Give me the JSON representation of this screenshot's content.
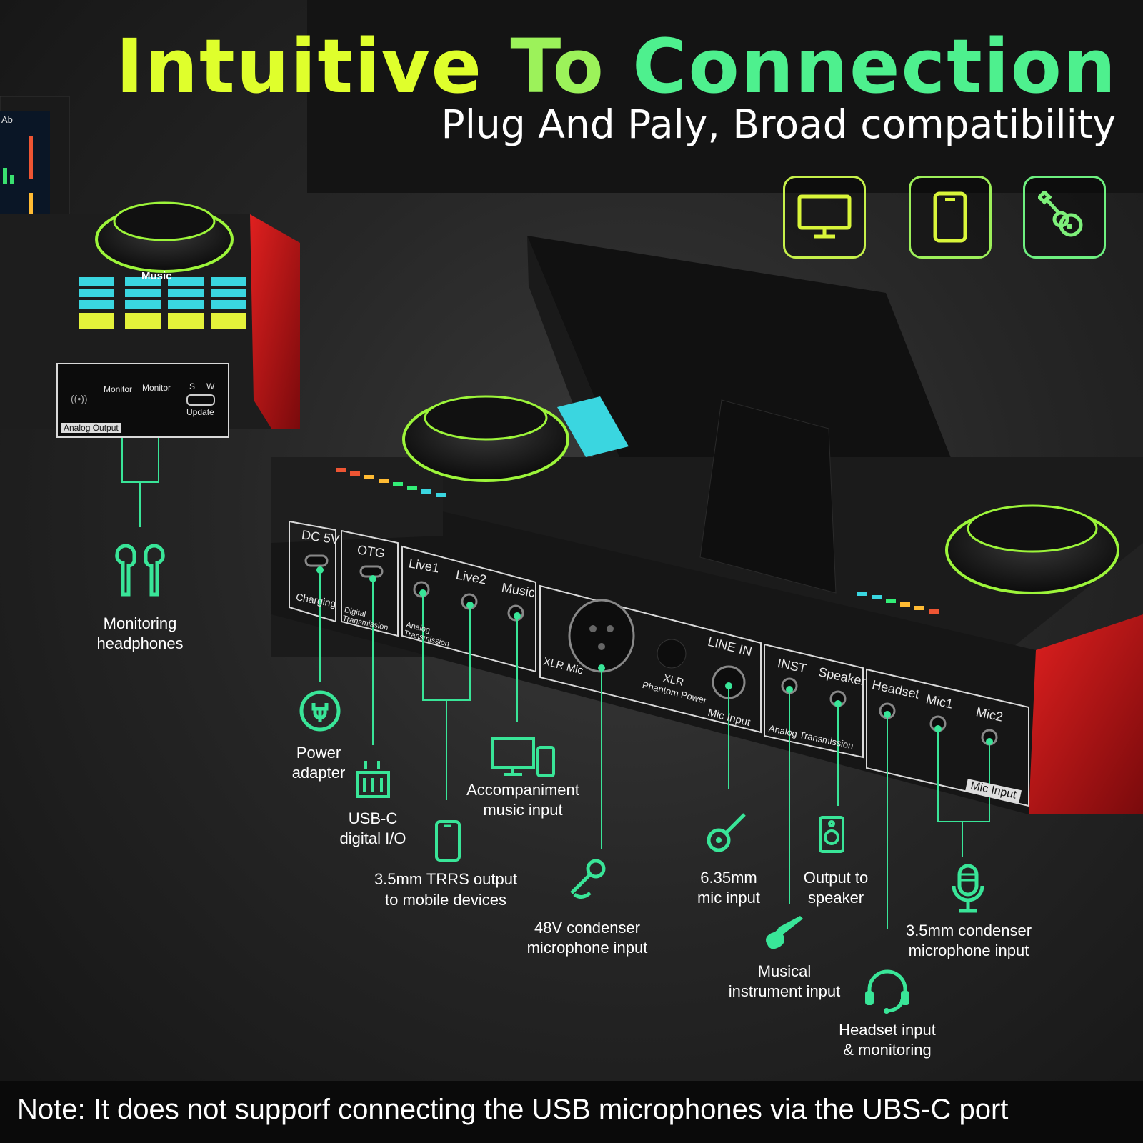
{
  "header": {
    "title_word1": "Intuitive",
    "title_word2": "To",
    "title_word3": "Connection",
    "subtitle": "Plug And Paly, Broad compatibility"
  },
  "compat_icons": [
    "monitor-icon",
    "tablet-icon",
    "guitar-icon"
  ],
  "colors": {
    "accent_green": "#39e598",
    "title_yellow": "#dfff2c",
    "title_green": "#4ef08e",
    "device_red": "#c8161a"
  },
  "top_device": {
    "brand_text": "Music",
    "screen_text": "Ab",
    "panel": {
      "monitor1": "Monitor",
      "monitor2": "Monitor",
      "sw_s": "S",
      "sw_w": "W",
      "update": "Update",
      "analog_output": "Analog Output"
    }
  },
  "back_panel": {
    "dc5v": "DC 5V",
    "charging": "Charging",
    "otg": "OTG",
    "digital_transmission": "Digital Transmission",
    "live1": "Live1",
    "live2": "Live2",
    "music": "Music",
    "analog_transmission_1": "Analog Transmission",
    "xlr_mic": "XLR Mic",
    "xlr": "XLR",
    "phantom_power": "Phantom Power",
    "line_in": "LINE IN",
    "mic_input_1": "Mic Input",
    "inst": "INST",
    "speaker": "Speaker",
    "analog_transmission_2": "Analog Transmission",
    "headset": "Headset",
    "mic1": "Mic1",
    "mic2": "Mic2",
    "mic_input_2": "Mic Input"
  },
  "callouts": {
    "monitoring_headphones": [
      "Monitoring",
      "headphones"
    ],
    "power_adapter": [
      "Power",
      "adapter"
    ],
    "usbc_io": [
      "USB-C",
      "digital I/O"
    ],
    "trrs_output": [
      "3.5mm TRRS output",
      "to mobile devices"
    ],
    "accompaniment": [
      "Accompaniment",
      "music input"
    ],
    "condenser_48v": [
      "48V condenser",
      "microphone input"
    ],
    "mic_635": [
      "6.35mm",
      "mic input"
    ],
    "output_speaker": [
      "Output to",
      "speaker"
    ],
    "instrument": [
      "Musical",
      "instrument input"
    ],
    "condenser_35": [
      "3.5mm condenser",
      "microphone input"
    ],
    "headset_input": [
      "Headset input",
      "& monitoring"
    ]
  },
  "note": "Note: It does not supporf connecting the USB microphones via the UBS-C port"
}
